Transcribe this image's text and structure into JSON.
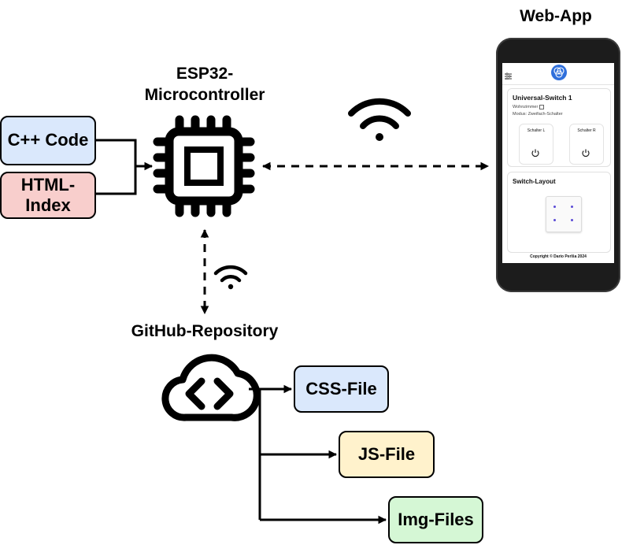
{
  "labels": {
    "esp32_line1": "ESP32-",
    "esp32_line2": "Microcontroller",
    "webapp": "Web-App",
    "github": "GitHub-Repository"
  },
  "inputs": {
    "cpp": "C++ Code",
    "html_line1": "HTML-",
    "html_line2": "Index"
  },
  "files": {
    "css": "CSS-File",
    "js": "JS-File",
    "img": "Img-Files"
  },
  "phone": {
    "card_title": "Universal-Switch 1",
    "room": "Wohnzimmer",
    "mode": "Modus: Zweifach-Schalter",
    "switch_left": "Schalter L",
    "switch_right": "Schalter R",
    "layout_title": "Switch-Layout",
    "footer": "Copyright © Dario Perlša 2024"
  },
  "colors": {
    "cpp_fill": "#dae8fc",
    "html_fill": "#f8cecc",
    "css_fill": "#dae8fc",
    "js_fill": "#fff2cc",
    "img_fill": "#d5f7d5",
    "accent": "#2f6fdb"
  },
  "icons": [
    "chip-icon",
    "wifi-icon",
    "cloud-code-icon",
    "power-icon",
    "settings-icon",
    "logo-icon"
  ]
}
